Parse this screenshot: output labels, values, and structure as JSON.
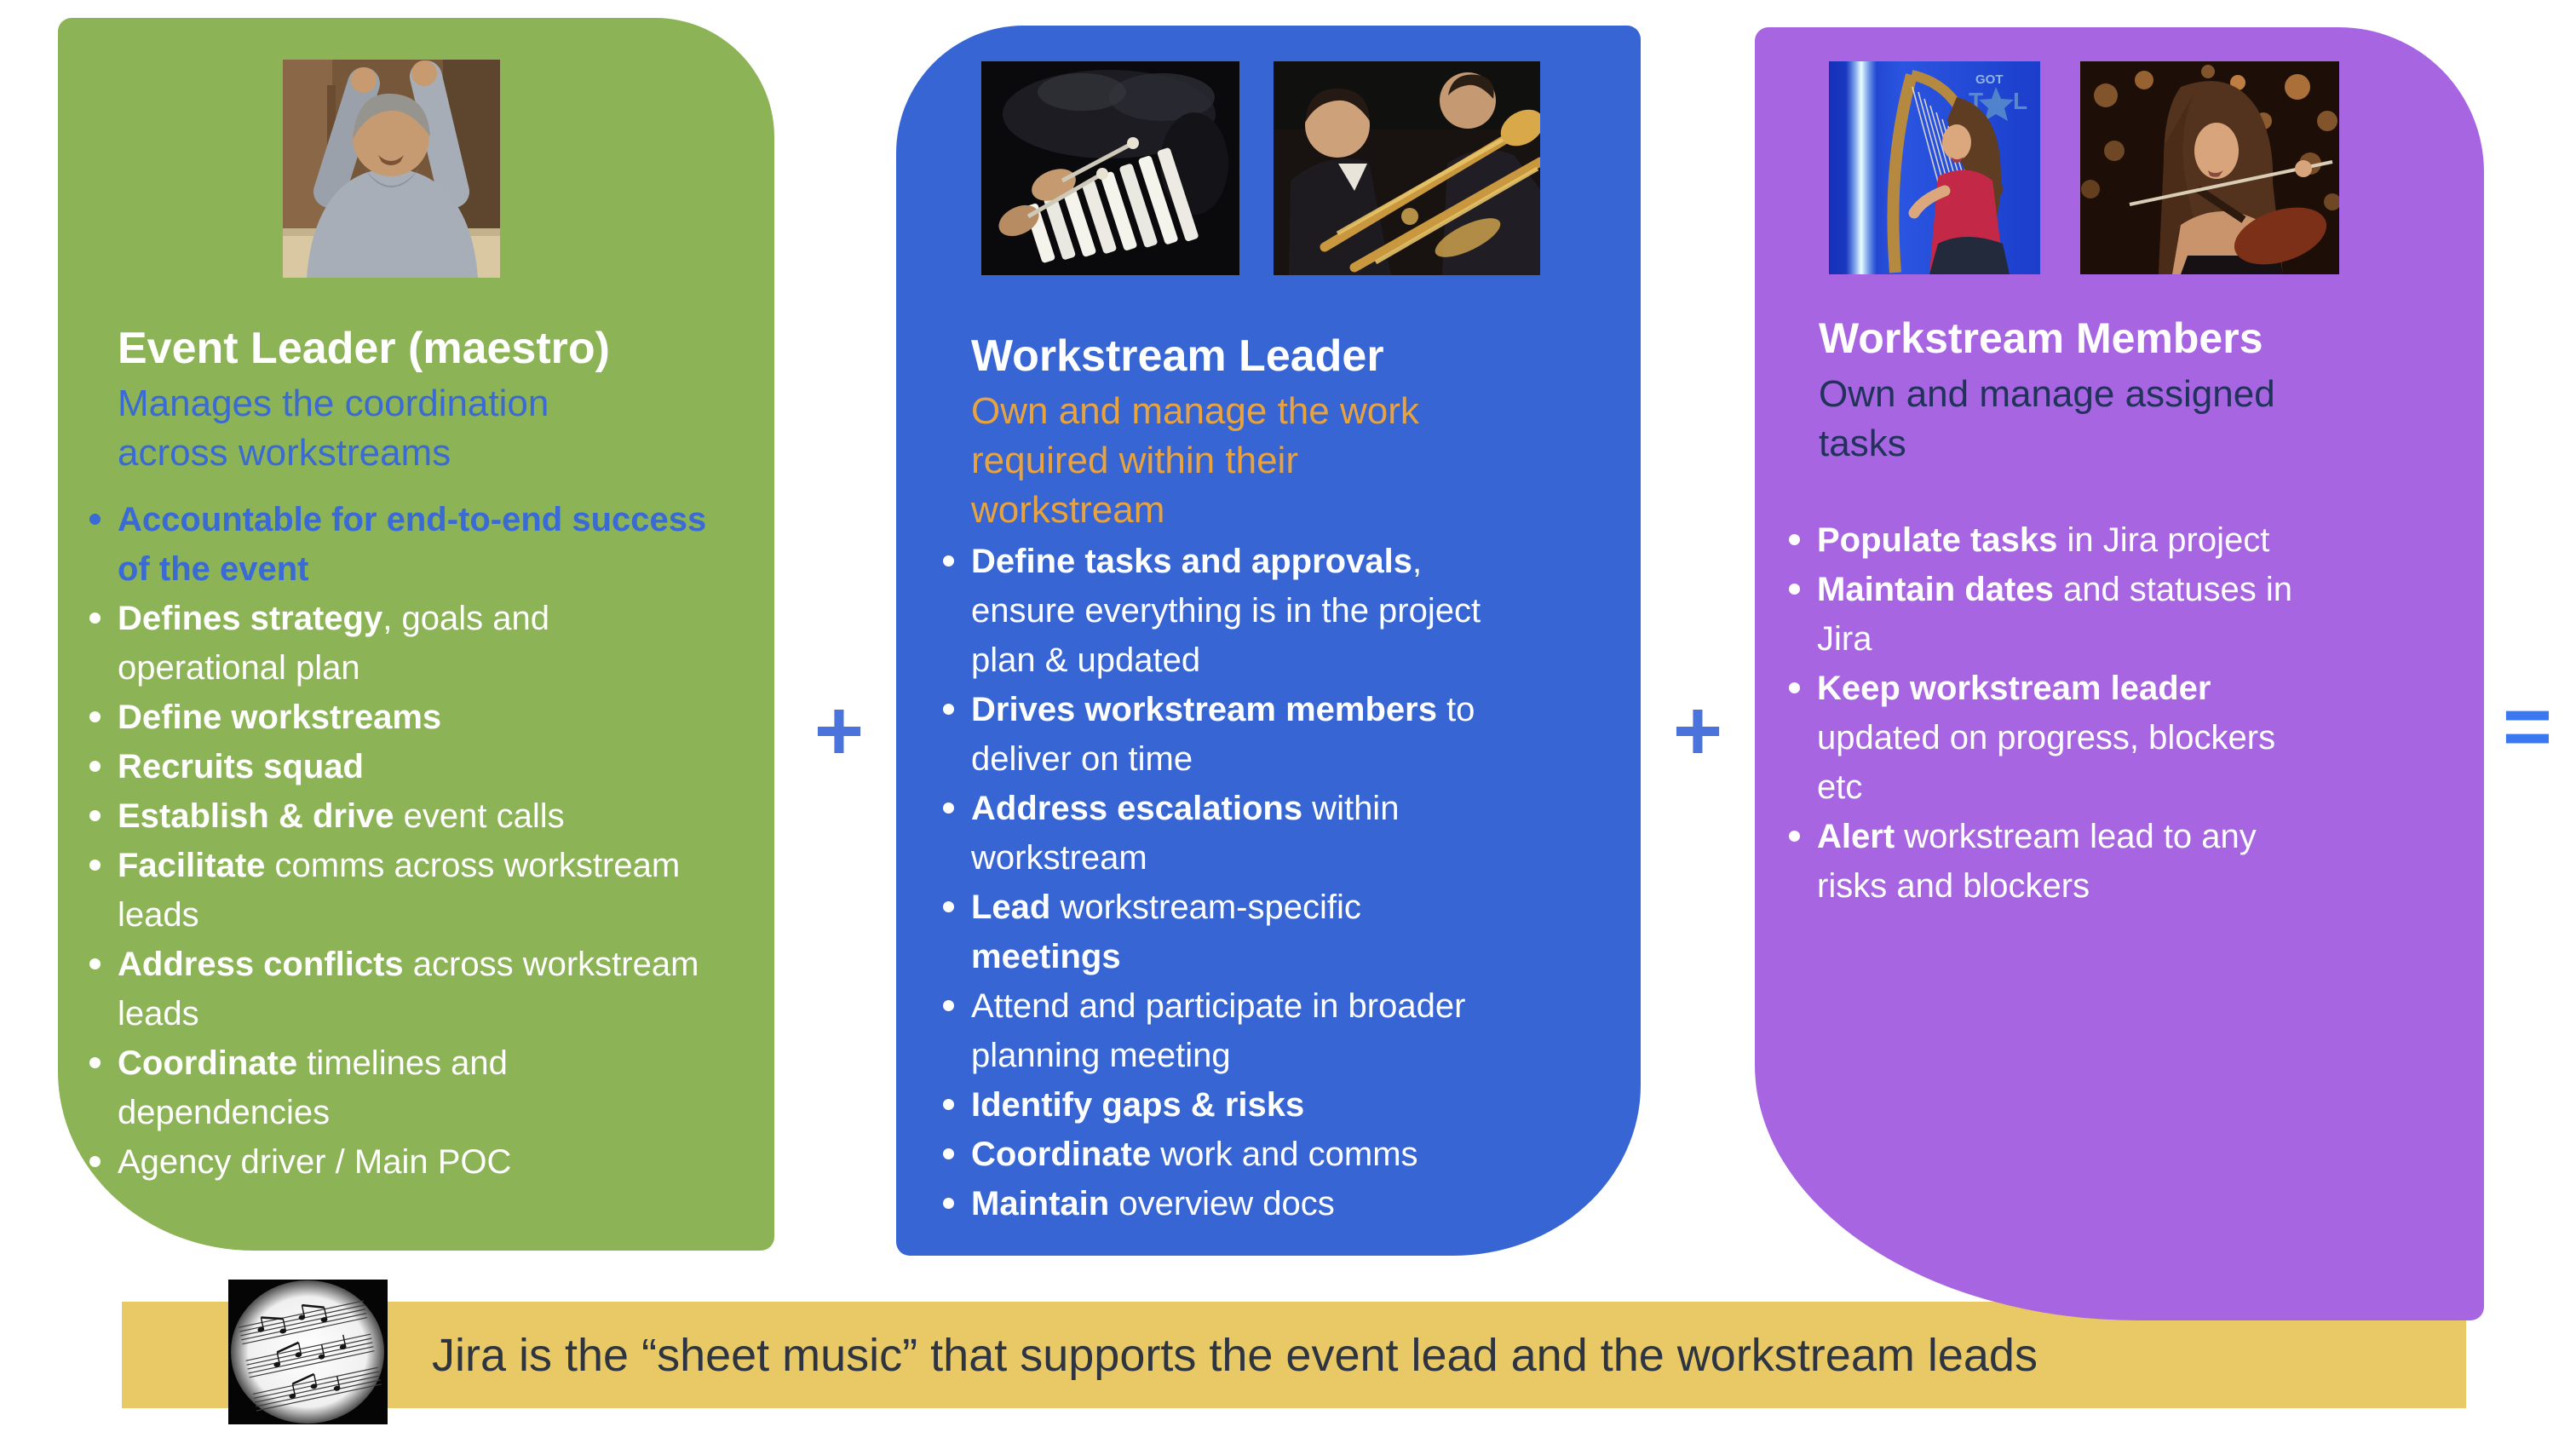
{
  "colors": {
    "card_green": "#8CB355",
    "card_blue": "#3766D4",
    "card_purple": "#A765E2",
    "banner_yellow": "#E8C965",
    "accent_blue_text": "#3A6AD4",
    "accent_orange_text": "#E8A23E",
    "accent_navy_text": "#21325B",
    "banner_text": "#2E3440",
    "plus_sign": "#4A73DC",
    "equals_sign": "#3A78F2",
    "white_text": "#FFFFFF"
  },
  "operators": {
    "plus": "+",
    "equals": "="
  },
  "banner": {
    "text": "Jira is the “sheet music” that supports the event lead and the workstream leads",
    "image": "sheet-music-photo"
  },
  "cards": [
    {
      "id": "event-leader",
      "title": "Event Leader (maestro)",
      "subtitle": "Manages the coordination across workstreams",
      "images": [
        "conductor-photo"
      ],
      "bullets": [
        {
          "accent": true,
          "segments": [
            {
              "t": "Accountable for end-to-end success of the event",
              "b": true
            }
          ]
        },
        {
          "segments": [
            {
              "t": "Defines strategy",
              "b": true
            },
            {
              "t": ", goals and operational plan"
            }
          ]
        },
        {
          "segments": [
            {
              "t": "Define workstreams",
              "b": true
            }
          ]
        },
        {
          "segments": [
            {
              "t": "Recruits squad",
              "b": true
            }
          ]
        },
        {
          "segments": [
            {
              "t": "Establish & drive",
              "b": true
            },
            {
              "t": " event calls"
            }
          ]
        },
        {
          "segments": [
            {
              "t": "Facilitate",
              "b": true
            },
            {
              "t": " comms across workstream leads"
            }
          ]
        },
        {
          "segments": [
            {
              "t": "Address conflicts",
              "b": true
            },
            {
              "t": " across workstream leads"
            }
          ]
        },
        {
          "segments": [
            {
              "t": "Coordinate",
              "b": true
            },
            {
              "t": " timelines and dependencies"
            }
          ]
        },
        {
          "segments": [
            {
              "t": "Agency driver / Main POC"
            }
          ]
        }
      ]
    },
    {
      "id": "workstream-leader",
      "title": "Workstream Leader",
      "subtitle": "Own and manage the work required within their workstream",
      "images": [
        "xylophone-player-photo",
        "trombone-section-photo"
      ],
      "bullets": [
        {
          "segments": [
            {
              "t": "Define tasks and approvals",
              "b": true
            },
            {
              "t": ", ensure everything is in the project plan & updated"
            }
          ]
        },
        {
          "segments": [
            {
              "t": "Drives workstream members",
              "b": true
            },
            {
              "t": " to deliver on time"
            }
          ]
        },
        {
          "segments": [
            {
              "t": "Address escalations",
              "b": true
            },
            {
              "t": " within workstream"
            }
          ]
        },
        {
          "segments": [
            {
              "t": "Lead",
              "b": true
            },
            {
              "t": " workstream-specific "
            },
            {
              "t": "meetings",
              "b": true
            }
          ]
        },
        {
          "segments": [
            {
              "t": "Attend and participate in broader planning meeting"
            }
          ]
        },
        {
          "segments": [
            {
              "t": "Identify gaps & risks",
              "b": true
            }
          ]
        },
        {
          "segments": [
            {
              "t": "Coordinate",
              "b": true
            },
            {
              "t": " work and comms"
            }
          ]
        },
        {
          "segments": [
            {
              "t": "Maintain",
              "b": true
            },
            {
              "t": " overview docs"
            }
          ]
        }
      ]
    },
    {
      "id": "workstream-members",
      "title": "Workstream Members",
      "subtitle": "Own and manage assigned tasks",
      "images": [
        "harpist-photo",
        "violinist-photo"
      ],
      "bullets": [
        {
          "segments": [
            {
              "t": "Populate tasks",
              "b": true
            },
            {
              "t": " in Jira project"
            }
          ]
        },
        {
          "segments": [
            {
              "t": "Maintain dates",
              "b": true
            },
            {
              "t": " and statuses in Jira"
            }
          ]
        },
        {
          "segments": [
            {
              "t": "Keep workstream leader",
              "b": true
            },
            {
              "t": " updated on progress, blockers etc"
            }
          ]
        },
        {
          "segments": [
            {
              "t": "Alert",
              "b": true
            },
            {
              "t": " workstream lead to any risks and blockers"
            }
          ]
        }
      ]
    }
  ]
}
